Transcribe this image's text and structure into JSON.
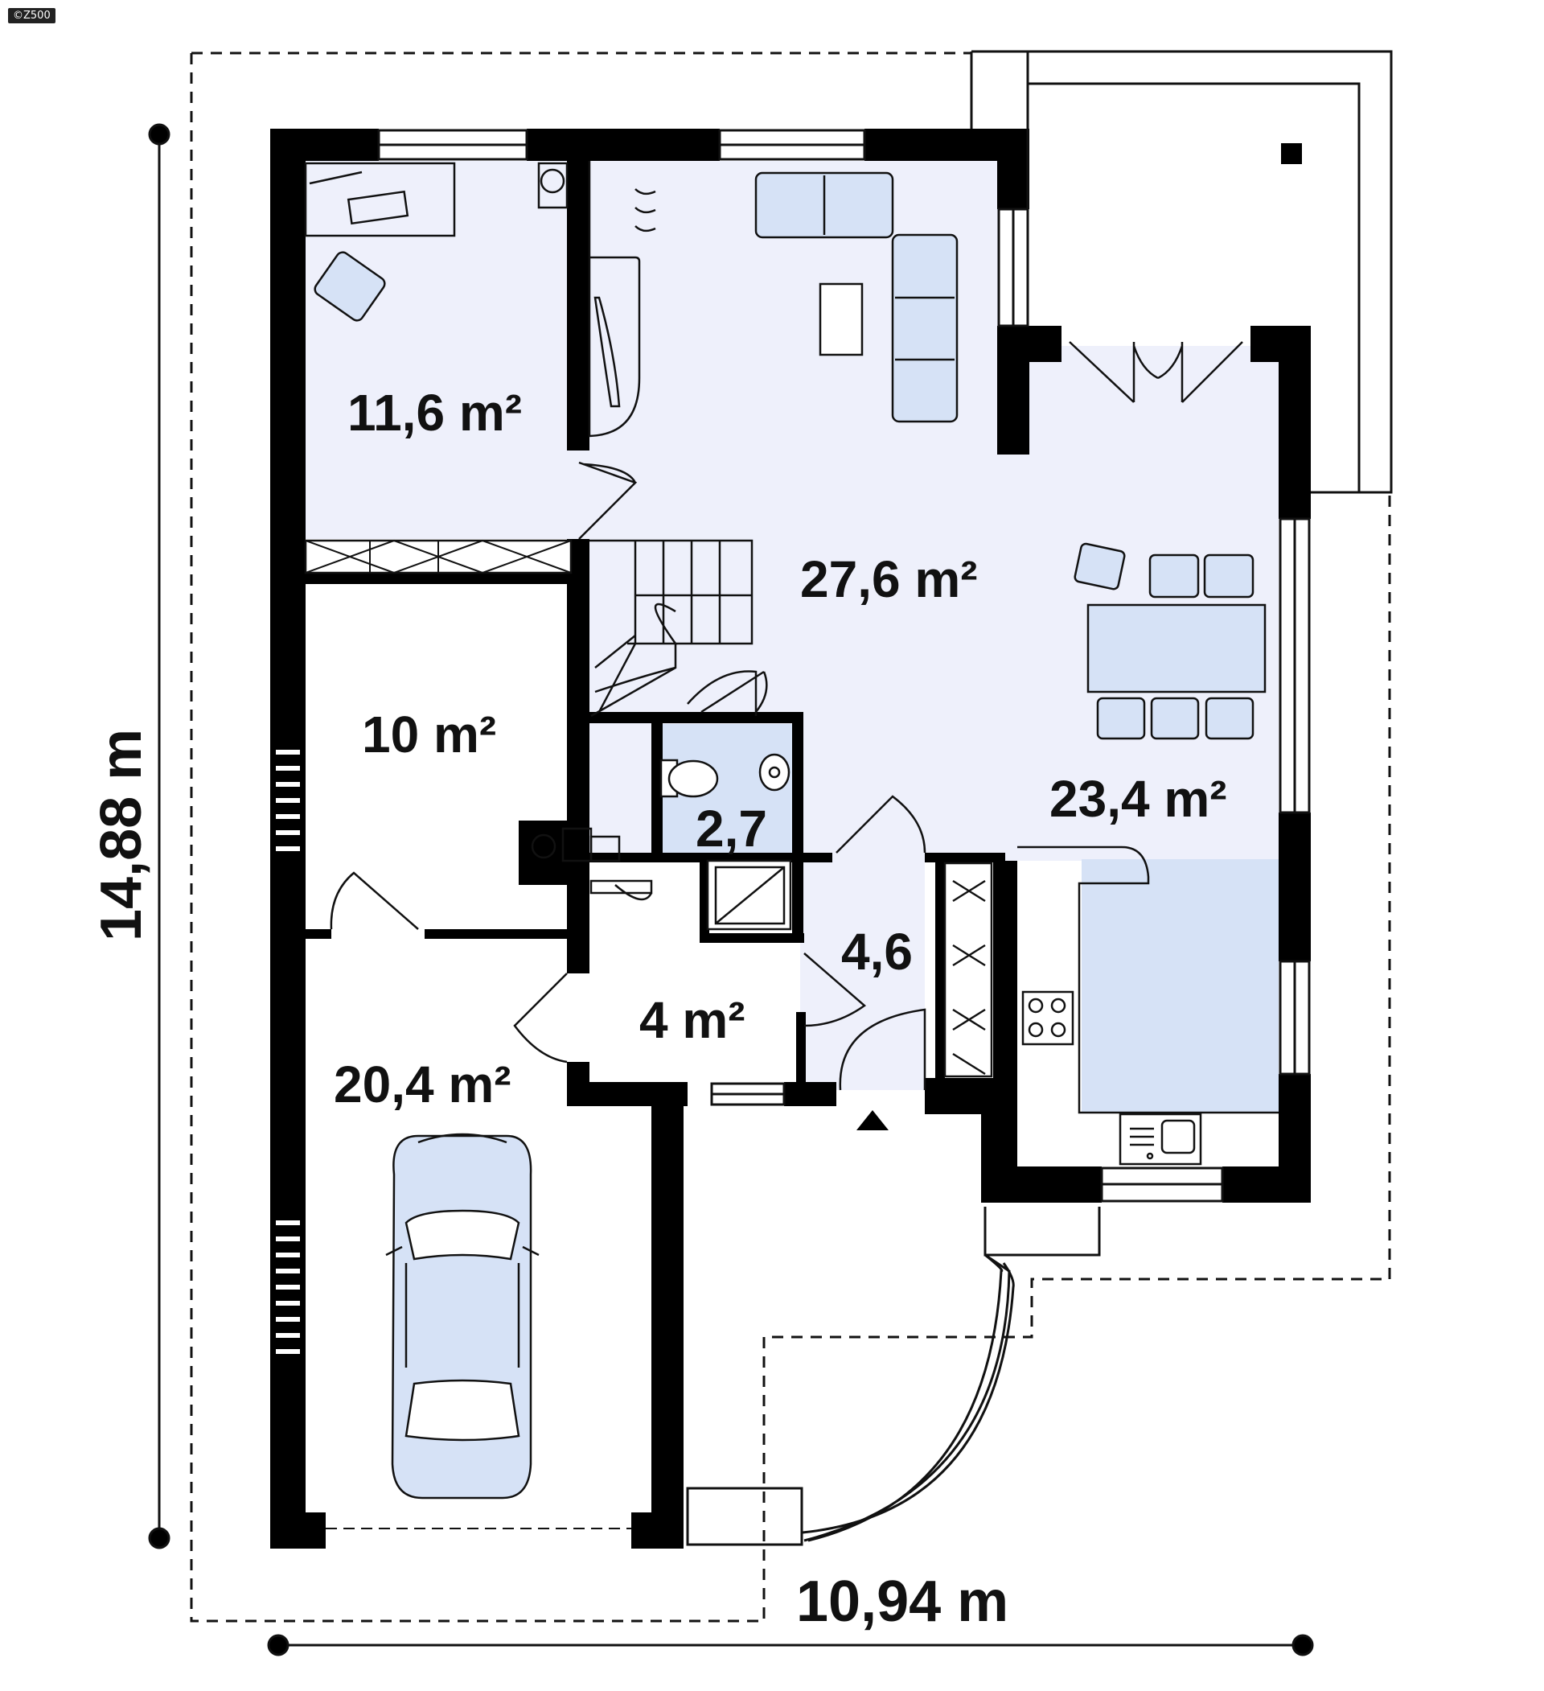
{
  "copyright": "©Z500",
  "dimensions": {
    "width": "10,94 m",
    "height": "14,88 m"
  },
  "rooms": {
    "office": "11,6 m²",
    "living": "27,6 m²",
    "bedroom": "10 m²",
    "dining": "23,4 m²",
    "wc": "2,7",
    "hall": "4,6",
    "boiler": "4 m²",
    "garage": "20,4 m²"
  },
  "colors": {
    "wall": "#000000",
    "floor": "#eef0fb",
    "furniture": "#d6e2f6",
    "line": "#111111"
  }
}
